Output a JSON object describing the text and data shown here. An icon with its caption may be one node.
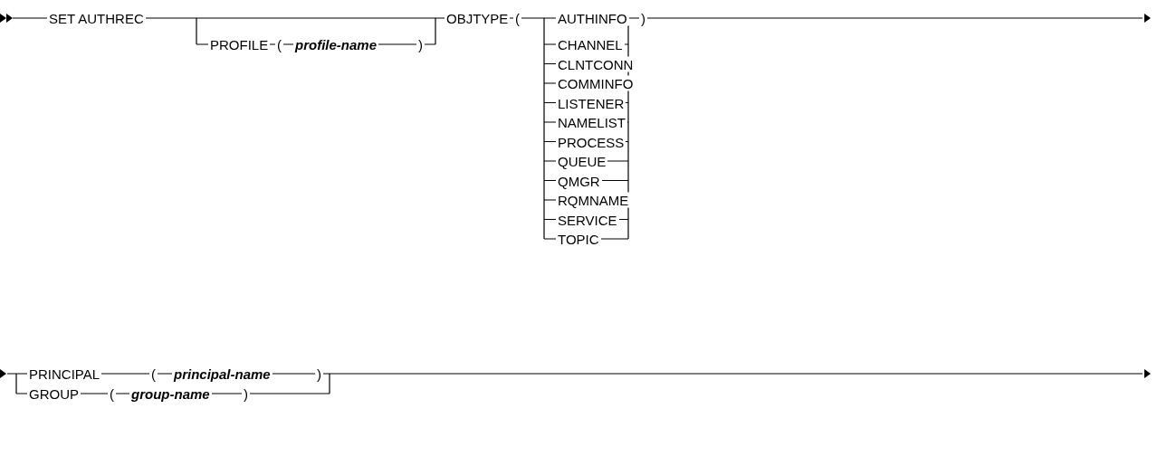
{
  "diagram": {
    "labels": [
      "SET AUTHREC",
      "PROFILE",
      "(",
      "profile-name",
      ")",
      "OBJTYPE",
      "(",
      "AUTHINFO",
      ")",
      "CHANNEL",
      "CLNTCONN",
      "COMMINFO",
      "LISTENER",
      "NAMELIST",
      "PROCESS",
      "QUEUE",
      "QMGR",
      "RQMNAME",
      "SERVICE",
      "TOPIC",
      "PRINCIPAL",
      "(",
      "principal-name",
      ")",
      "GROUP",
      "(",
      "group-name",
      ")"
    ]
  }
}
